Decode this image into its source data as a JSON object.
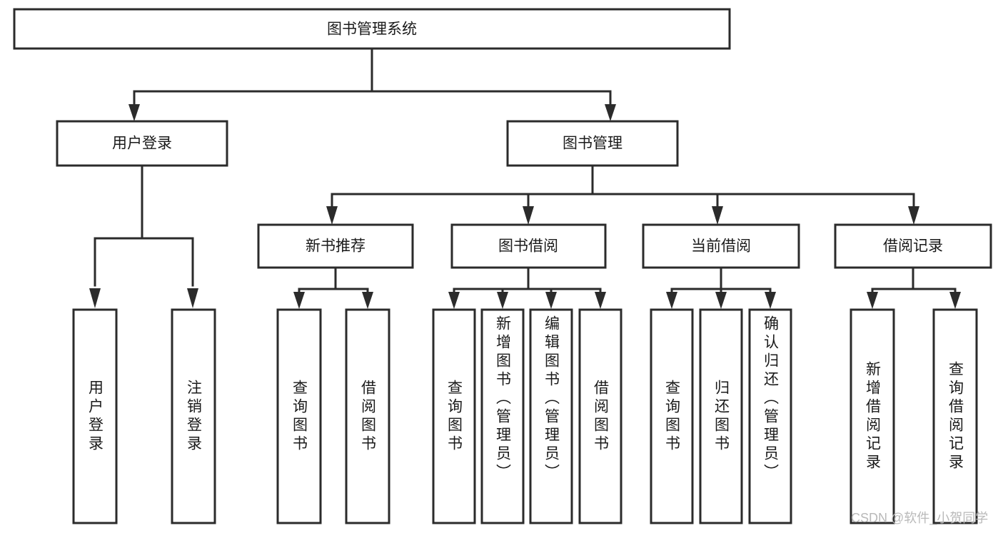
{
  "diagram": {
    "type": "tree-hierarchy",
    "title": "图书管理系统",
    "root": {
      "id": "root",
      "label": "图书管理系统",
      "level": 0
    },
    "level2": [
      {
        "id": "user-login",
        "label": "用户登录"
      },
      {
        "id": "book-manage",
        "label": "图书管理"
      }
    ],
    "level3": [
      {
        "id": "new-book-recommend",
        "label": "新书推荐",
        "parent": "book-manage"
      },
      {
        "id": "book-borrow",
        "label": "图书借阅",
        "parent": "book-manage"
      },
      {
        "id": "current-borrow",
        "label": "当前借阅",
        "parent": "book-manage"
      },
      {
        "id": "borrow-record",
        "label": "借阅记录",
        "parent": "book-manage"
      }
    ],
    "leaves": [
      {
        "id": "leaf-user-login",
        "label": "用户登录",
        "parent": "user-login"
      },
      {
        "id": "leaf-user-logout",
        "label": "注销登录",
        "parent": "user-login"
      },
      {
        "id": "leaf-query-book-rec",
        "label": "查询图书",
        "parent": "new-book-recommend"
      },
      {
        "id": "leaf-borrow-book-rec",
        "label": "借阅图书",
        "parent": "new-book-recommend"
      },
      {
        "id": "leaf-query-book-borrow",
        "label": "查询图书",
        "parent": "book-borrow"
      },
      {
        "id": "leaf-add-book-admin",
        "label": "新增图书（管理员）",
        "parent": "book-borrow"
      },
      {
        "id": "leaf-edit-book-admin",
        "label": "编辑图书（管理员）",
        "parent": "book-borrow"
      },
      {
        "id": "leaf-borrow-book",
        "label": "借阅图书",
        "parent": "book-borrow"
      },
      {
        "id": "leaf-query-book-current",
        "label": "查询图书",
        "parent": "current-borrow"
      },
      {
        "id": "leaf-return-book",
        "label": "归还图书",
        "parent": "current-borrow"
      },
      {
        "id": "leaf-confirm-return-admin",
        "label": "确认归还（管理员）",
        "parent": "current-borrow"
      },
      {
        "id": "leaf-add-borrow-record",
        "label": "新增借阅记录",
        "parent": "borrow-record"
      },
      {
        "id": "leaf-query-borrow-record",
        "label": "查询借阅记录",
        "parent": "borrow-record"
      }
    ]
  },
  "watermark": {
    "text": "CSDN @软件_小贺同学"
  },
  "colors": {
    "background": "#ffffff",
    "stroke": "#2b2b2b",
    "box_fill": "#ffffff",
    "text": "#1a1a1a",
    "watermark": "#b9b9b9"
  }
}
